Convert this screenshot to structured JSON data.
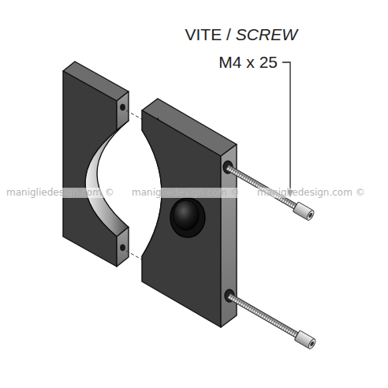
{
  "diagram": {
    "labels": [
      "VITE /",
      "SCREW",
      "M4 x 25",
      "manigliedesign.com ©",
      "manigliedesign.com ©",
      "manigliedesign.com ©"
    ]
  }
}
